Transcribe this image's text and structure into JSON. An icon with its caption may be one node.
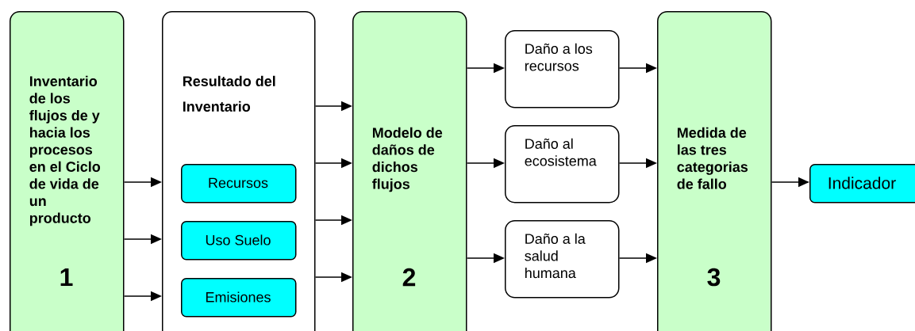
{
  "diagram": {
    "nodes": [
      {
        "text": [
          "Inventario de los flujos de y hacia los procesos en el Ciclo de vida de un producto",
          "1"
        ]
      },
      {
        "text": [
          "Resultado del Inventario"
        ]
      },
      {
        "text": [
          "Recursos"
        ],
        "in": 1
      },
      {
        "text": [
          "Uso Suelo"
        ],
        "in": 1
      },
      {
        "text": [
          "Emisiones"
        ],
        "in": 1
      },
      {
        "text": [
          "Modelo de daños de dichos flujos",
          "2"
        ]
      },
      {
        "text": [
          "Daño a los recursos"
        ]
      },
      {
        "text": [
          "Daño al ecosistema"
        ]
      },
      {
        "text": [
          "Daño a la salud humana"
        ]
      },
      {
        "text": [
          "Medida de las tres categorias de fallo",
          "3"
        ]
      },
      {
        "text": [
          "Indicador"
        ]
      }
    ],
    "edges": [
      {
        "from": 0,
        "to": 1,
        "arrow": "to"
      },
      {
        "from": 0,
        "to": 1,
        "arrow": "to"
      },
      {
        "from": 0,
        "to": 1,
        "arrow": "to"
      },
      {
        "from": 1,
        "to": 5,
        "arrow": "to"
      },
      {
        "from": 1,
        "to": 5,
        "arrow": "to"
      },
      {
        "from": 1,
        "to": 5,
        "arrow": "to"
      },
      {
        "from": 1,
        "to": 5,
        "arrow": "to"
      },
      {
        "from": 5,
        "to": 6,
        "arrow": "to"
      },
      {
        "from": 5,
        "to": 7,
        "arrow": "to"
      },
      {
        "from": 5,
        "to": 8,
        "arrow": "to"
      },
      {
        "from": 6,
        "to": 9,
        "arrow": "to"
      },
      {
        "from": 7,
        "to": 9,
        "arrow": "to"
      },
      {
        "from": 8,
        "to": 9,
        "arrow": "to"
      },
      {
        "from": 9,
        "to": 10,
        "arrow": "to"
      }
    ]
  }
}
